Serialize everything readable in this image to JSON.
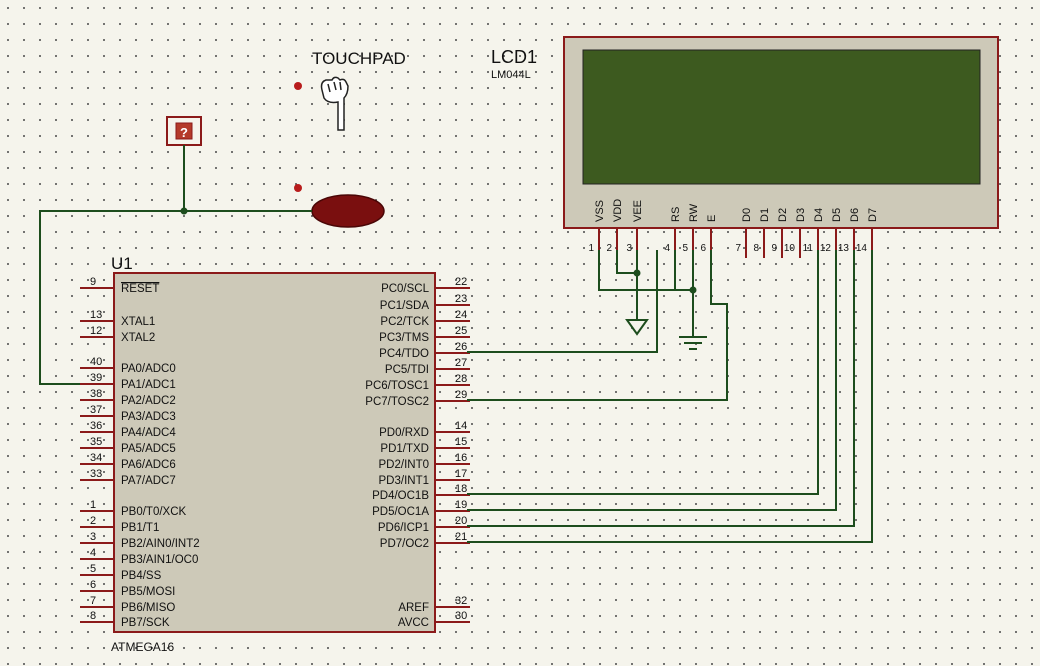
{
  "touchpad": {
    "title": "TOUCHPAD",
    "probe_label": "?"
  },
  "lcd": {
    "ref": "LCD1",
    "model": "LM044L",
    "screen_color": "#3d5a1f",
    "pins": [
      {
        "num": "1",
        "label": "VSS"
      },
      {
        "num": "2",
        "label": "VDD"
      },
      {
        "num": "3",
        "label": "VEE"
      },
      {
        "num": "4",
        "label": "RS"
      },
      {
        "num": "5",
        "label": "RW"
      },
      {
        "num": "6",
        "label": "E"
      },
      {
        "num": "7",
        "label": "D0"
      },
      {
        "num": "8",
        "label": "D1"
      },
      {
        "num": "9",
        "label": "D2"
      },
      {
        "num": "10",
        "label": "D3"
      },
      {
        "num": "11",
        "label": "D4"
      },
      {
        "num": "12",
        "label": "D5"
      },
      {
        "num": "13",
        "label": "D6"
      },
      {
        "num": "14",
        "label": "D7"
      }
    ]
  },
  "mcu": {
    "ref": "U1",
    "part": "ATMEGA16",
    "left_pins": [
      {
        "num": "9",
        "label": "RESET",
        "overline": true
      },
      {
        "num": "13",
        "label": "XTAL1"
      },
      {
        "num": "12",
        "label": "XTAL2"
      },
      {
        "num": "40",
        "label": "PA0/ADC0"
      },
      {
        "num": "39",
        "label": "PA1/ADC1"
      },
      {
        "num": "38",
        "label": "PA2/ADC2"
      },
      {
        "num": "37",
        "label": "PA3/ADC3"
      },
      {
        "num": "36",
        "label": "PA4/ADC4"
      },
      {
        "num": "35",
        "label": "PA5/ADC5"
      },
      {
        "num": "34",
        "label": "PA6/ADC6"
      },
      {
        "num": "33",
        "label": "PA7/ADC7"
      },
      {
        "num": "1",
        "label": "PB0/T0/XCK"
      },
      {
        "num": "2",
        "label": "PB1/T1"
      },
      {
        "num": "3",
        "label": "PB2/AIN0/INT2"
      },
      {
        "num": "4",
        "label": "PB3/AIN1/OC0"
      },
      {
        "num": "5",
        "label": "PB4/SS"
      },
      {
        "num": "6",
        "label": "PB5/MOSI"
      },
      {
        "num": "7",
        "label": "PB6/MISO"
      },
      {
        "num": "8",
        "label": "PB7/SCK"
      }
    ],
    "right_pins": [
      {
        "num": "22",
        "label": "PC0/SCL"
      },
      {
        "num": "23",
        "label": "PC1/SDA"
      },
      {
        "num": "24",
        "label": "PC2/TCK"
      },
      {
        "num": "25",
        "label": "PC3/TMS"
      },
      {
        "num": "26",
        "label": "PC4/TDO"
      },
      {
        "num": "27",
        "label": "PC5/TDI"
      },
      {
        "num": "28",
        "label": "PC6/TOSC1"
      },
      {
        "num": "29",
        "label": "PC7/TOSC2"
      },
      {
        "num": "14",
        "label": "PD0/RXD"
      },
      {
        "num": "15",
        "label": "PD1/TXD"
      },
      {
        "num": "16",
        "label": "PD2/INT0"
      },
      {
        "num": "17",
        "label": "PD3/INT1"
      },
      {
        "num": "18",
        "label": "PD4/OC1B"
      },
      {
        "num": "19",
        "label": "PD5/OC1A"
      },
      {
        "num": "20",
        "label": "PD6/ICP1"
      },
      {
        "num": "21",
        "label": "PD7/OC2"
      },
      {
        "num": "32",
        "label": "AREF"
      },
      {
        "num": "30",
        "label": "AVCC"
      }
    ]
  },
  "colors": {
    "background": "#f5f4ec",
    "wire": "#1d4d1d",
    "component_outline": "#8b1a1a",
    "chip_fill": "#cdc9b8",
    "touch_button": "#7a0f0f"
  }
}
